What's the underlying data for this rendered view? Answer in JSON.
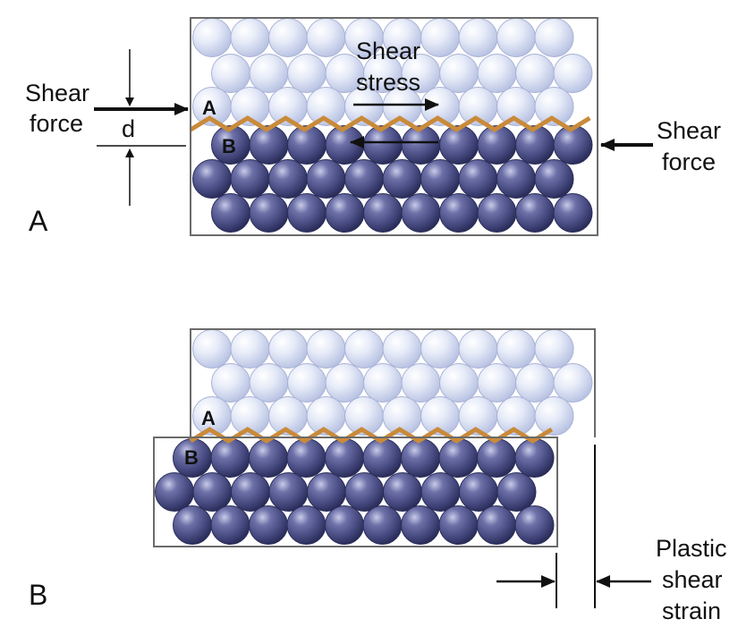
{
  "colors": {
    "light_atom": "#cfd8f0",
    "dark_atom": "#4b4f86",
    "slip_plane": "#c98a3a",
    "frame": "#6b6b6b",
    "arrow": "#111111"
  },
  "panel_a": {
    "panel_label": "A",
    "shear_force_left": [
      "Shear",
      "force"
    ],
    "distance_label": "d",
    "shear_stress": [
      "Shear",
      "stress"
    ],
    "atom_a": "A",
    "atom_b": "B",
    "shear_force_right": [
      "Shear",
      "force"
    ]
  },
  "panel_b": {
    "panel_label": "B",
    "atom_a": "A",
    "atom_b": "B",
    "plastic_shear_strain": [
      "Plastic",
      "shear",
      "strain"
    ]
  }
}
